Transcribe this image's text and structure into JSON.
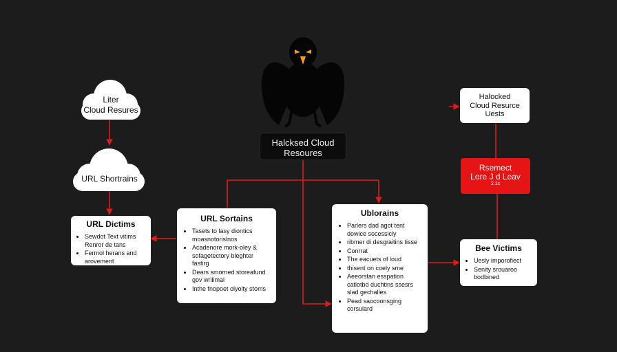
{
  "colors": {
    "background": "#1c1c1c",
    "connector": "#e01a1a",
    "node_fill": "#ffffff",
    "alert_fill": "#e61414",
    "eye": "#f0a020"
  },
  "icons": {
    "mascot": "black-bird-icon",
    "cloud": "cloud-icon"
  },
  "center": {
    "label_line1": "Halcksed Cloud",
    "label_line2": "Resoures"
  },
  "left_cloud_top": {
    "line1": "Liter",
    "line2": "Cloud Resures"
  },
  "left_cloud_mid": {
    "line1": "URL Shortrains"
  },
  "victims_box": {
    "title": "URL Dictims",
    "items": [
      "Sewdot Text vitims Renror de tans",
      "Fermol herans and arovement"
    ]
  },
  "sortains_box": {
    "title": "URL Sortains",
    "items": [
      "Tasets to lasy diontics moasnotorislnos",
      "Acadenore mork-oley & sofagetectory bleghter fastirg",
      "Dears smorned storeafund gov wrilimal",
      "Inthe fnopoet olyoity stoms"
    ]
  },
  "ublorains_box": {
    "title": "Ublorains",
    "items": [
      "Parlers dad agot tent dowice socessicly",
      "ribmer di desgraitins tisse",
      "Conrrat",
      "The eacuets of loud",
      "thisent on coely sme",
      "Aeeorstan esspation catlotbd duchtins ssesrs slad gechalles",
      "Pead saocoonsging corsulard"
    ]
  },
  "top_right_box": {
    "line1": "Halocked",
    "line2": "Cloud Resurce",
    "line3": "Uests"
  },
  "red_box": {
    "line1": "Rsemect",
    "line2": "Lore J d Leav",
    "line3": "2.1s"
  },
  "bee_box": {
    "title": "Bee Victims",
    "items": [
      "Uesly imporofiect",
      "Senity srouaroo bodbined"
    ]
  }
}
